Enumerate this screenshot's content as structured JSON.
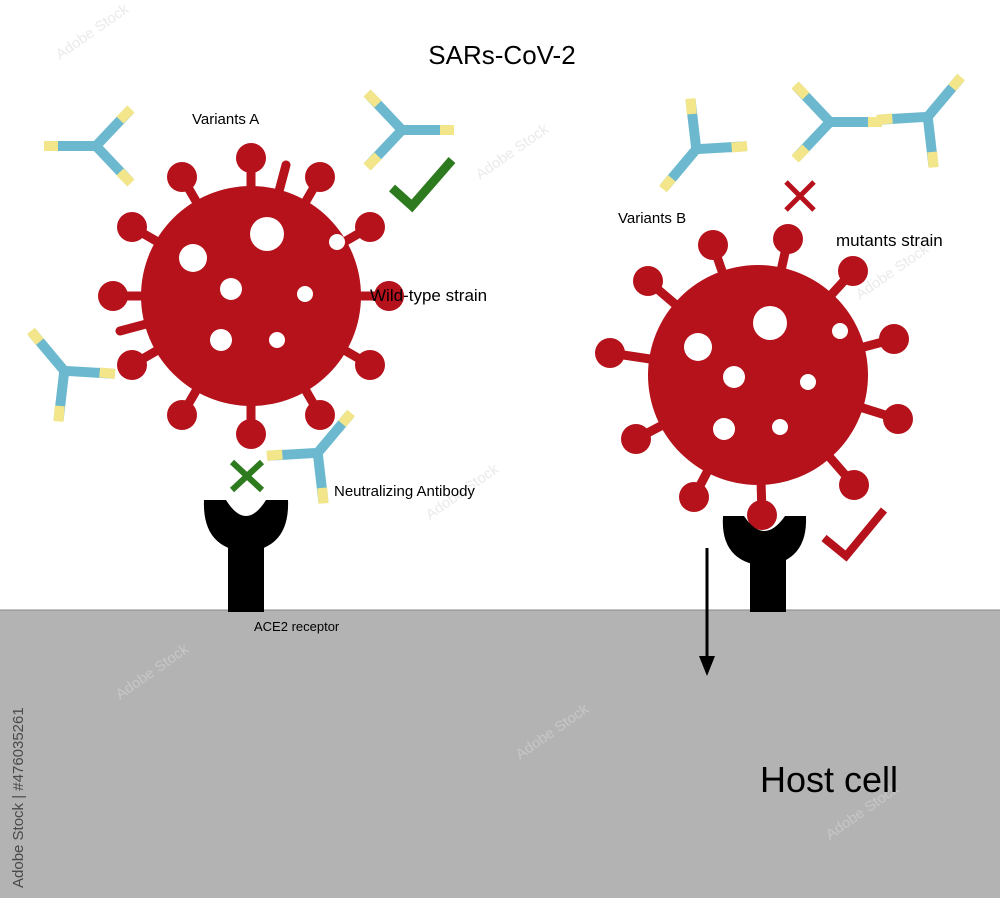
{
  "title": "SARs-CoV-2",
  "labels": {
    "variants_a": "Variants A",
    "variants_b": "Variants B",
    "wild_type": "Wild-type strain",
    "mutants": "mutants strain",
    "neutralizing_antibody": "Neutralizing Antibody",
    "ace2_receptor": "ACE2 receptor",
    "host_cell": "Host cell"
  },
  "watermark": {
    "side_text": "Adobe Stock | #476035261",
    "tile_text": "Adobe Stock"
  },
  "colors": {
    "virus": "#b5121b",
    "antibody_body": "#6cb9cf",
    "antibody_tip": "#f2e58a",
    "check_green": "#2e7a1f",
    "check_red": "#b5121b",
    "receptor": "#000000",
    "host_cell": "#b3b3b3"
  }
}
